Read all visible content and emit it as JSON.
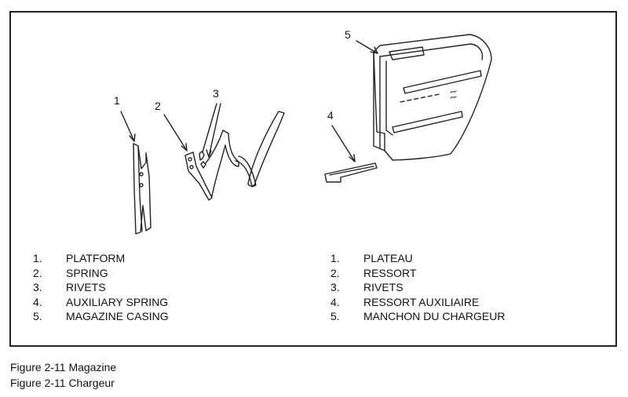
{
  "callouts": [
    "1",
    "2",
    "3",
    "4",
    "5"
  ],
  "legend_en": [
    {
      "num": "1.",
      "text": "PLATFORM"
    },
    {
      "num": "2.",
      "text": "SPRING"
    },
    {
      "num": "3.",
      "text": "RIVETS"
    },
    {
      "num": "4.",
      "text": "AUXILIARY SPRING"
    },
    {
      "num": "5.",
      "text": "MAGAZINE CASING"
    }
  ],
  "legend_fr": [
    {
      "num": "1.",
      "text": "PLATEAU"
    },
    {
      "num": "2.",
      "text": "RESSORT"
    },
    {
      "num": "3.",
      "text": "RIVETS"
    },
    {
      "num": "4.",
      "text": "RESSORT AUXILIAIRE"
    },
    {
      "num": "5.",
      "text": "MANCHON DU CHARGEUR"
    }
  ],
  "captions": [
    "Figure 2-11  Magazine",
    "Figure 2-11  Chargeur"
  ]
}
